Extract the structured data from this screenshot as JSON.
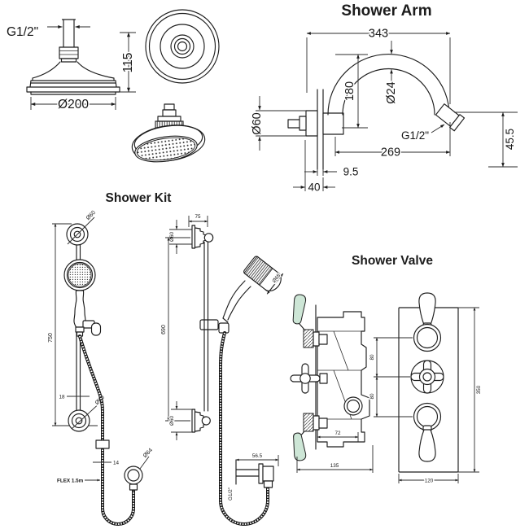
{
  "titles": {
    "arm": "Shower Arm",
    "kit": "Shower Kit",
    "valve": "Shower Valve"
  },
  "head": {
    "thread": "G1/2\"",
    "height": "115",
    "diameter": "Ø200"
  },
  "arm": {
    "width_overall": "343",
    "rise": "180",
    "tube_dia": "Ø24",
    "flange_dia": "Ø60",
    "thread": "G1/2\"",
    "reach": "269",
    "plate_thickness": "9.5",
    "wall_block": "40",
    "drop": "45.5"
  },
  "kit_front": {
    "top_bracket_dia": "Ø60",
    "rail_length": "750",
    "rail_dia": "18",
    "bottom_bracket_dia": "Ø60",
    "hose_dia": "14",
    "hose_flex": "FLEX 1.5m",
    "outlet_dia": "Ø64"
  },
  "kit_side": {
    "bracket_depth": "75",
    "bracket_dia": "Ø60",
    "rail_height": "690",
    "handset_dia": "Ø68",
    "bottom_bracket_dia": "Ø60",
    "outlet_depth": "56.5",
    "outlet_thread": "G1/2\""
  },
  "valve_side": {
    "body_depth": "72",
    "total_depth": "135"
  },
  "valve_front": {
    "pitch_top": "80",
    "pitch_bottom": "80",
    "plate_height": "350",
    "plate_width": "120"
  },
  "colors": {
    "line": "#1d1d1d",
    "handle": "#cde6d6",
    "background": "#ffffff"
  }
}
